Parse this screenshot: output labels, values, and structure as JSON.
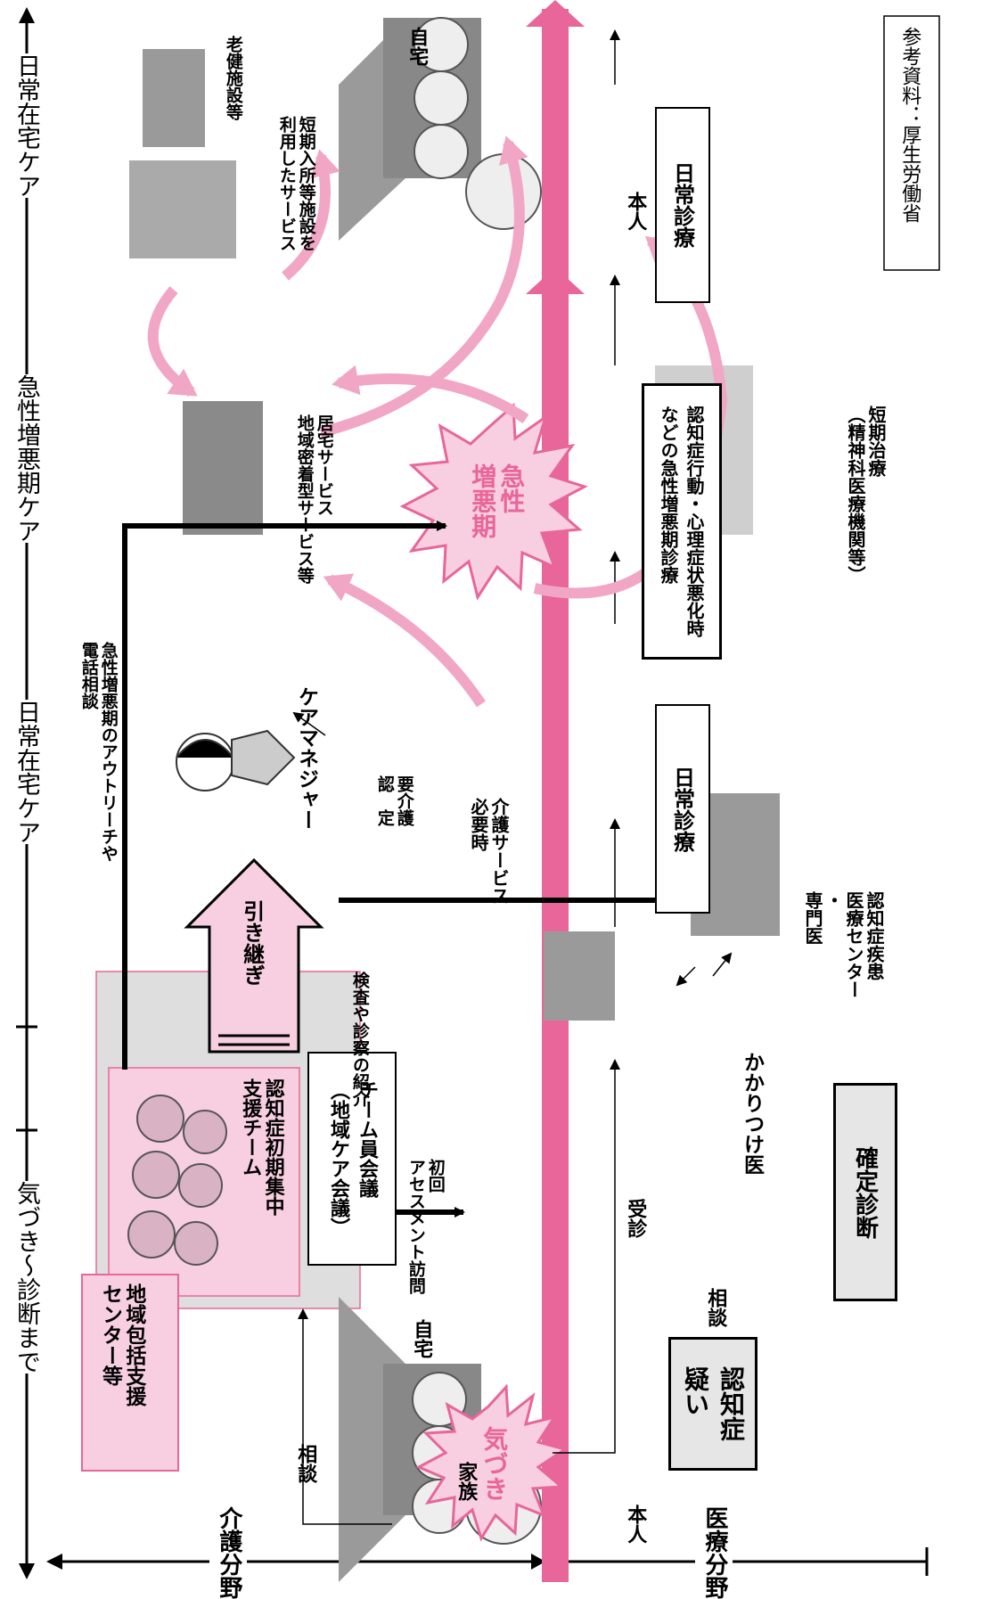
{
  "phases": {
    "p1": "気づき〜診断まで",
    "p2": "日常在宅ケア",
    "p3": "急性増悪期ケア",
    "p4": "日常在宅ケア"
  },
  "fields": {
    "care": "介護分野",
    "medical": "医療分野"
  },
  "source": "参考資料：厚生労働省",
  "bursts": {
    "notice": "気づき",
    "acute": "急性\n増悪期"
  },
  "labels": {
    "suspect": "認知症\n疑い",
    "honnin_left": "本人",
    "honnin_right": "本人",
    "family": "家族",
    "home_left": "自宅",
    "home_right": "自宅",
    "soudan1": "相談",
    "soudan2": "相談",
    "chiiki": "地域包括支援\nセンター等",
    "team": "認知症初期集中\n支援チーム",
    "meeting": "チーム員会議\n（地域ケア会議）",
    "first_visit": "初回\nアセスメント訪問",
    "hikitsugi": "引き継ぎ",
    "caremanager": "ケアマネジャー",
    "youkaigo": "要介護\n認　定",
    "kaigo_service": "介護サービス\n必要時",
    "outreach": "急性増悪期のアウトリーチや\n電話相談",
    "kensa": "検査や診察の紹介",
    "jushin": "受診",
    "kakaritsuke": "かかりつけ医",
    "kakutei": "確定診断",
    "center": "認知症疾患\n医療センター\n・\n専門医",
    "nichijou1": "日常診療",
    "nichijou2": "日常診療",
    "bpsd": "認知症行動・心理症状悪化時\nなどの急性増悪期診療",
    "tanki": "短期治療\n（精神科医療機関等）",
    "kyotaku": "居宅サービス\n地域密着型サービス等",
    "tanki_nyusho": "短期入所等施設を\n利用したサービス",
    "roken": "老健施設等"
  },
  "colors": {
    "pink": "#e8669a",
    "light_pink": "#f0a6c4",
    "pink_bg": "#f7cfe0",
    "gray_bg": "#dedede"
  }
}
